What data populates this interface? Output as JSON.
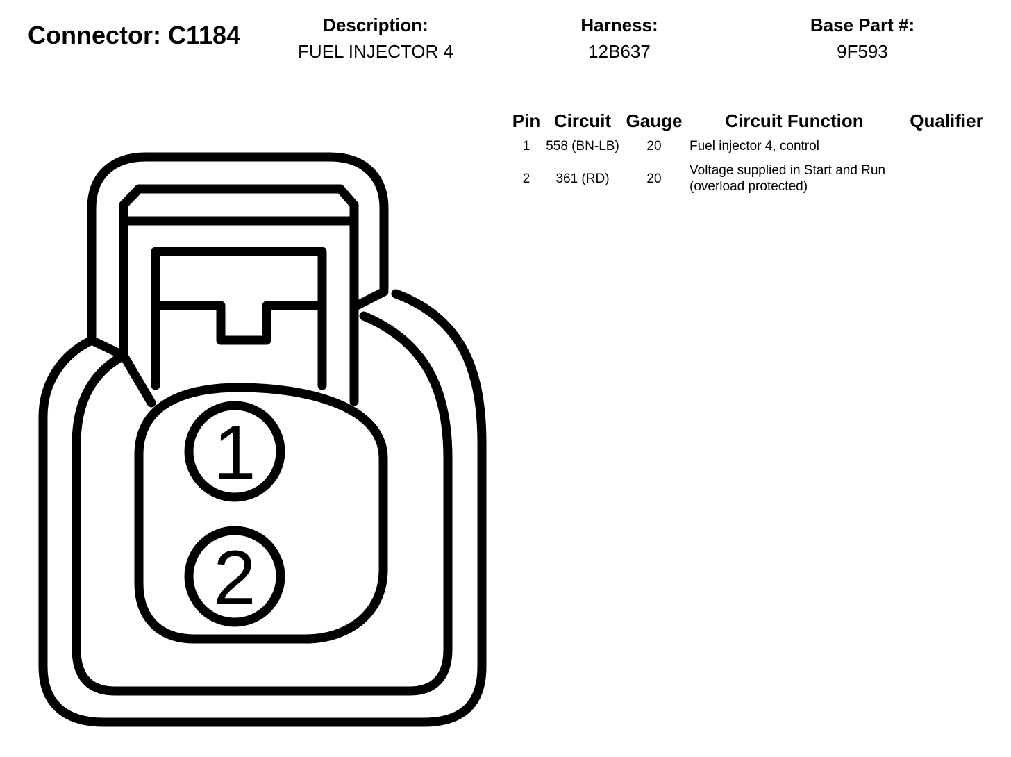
{
  "connector": {
    "title": "Connector: C1184"
  },
  "header": {
    "description_label": "Description:",
    "description_value": "FUEL INJECTOR 4",
    "harness_label": "Harness:",
    "harness_value": "12B637",
    "base_part_label": "Base Part #:",
    "base_part_value": "9F593"
  },
  "table": {
    "columns": [
      "Pin",
      "Circuit",
      "Gauge",
      "Circuit Function",
      "Qualifier"
    ],
    "rows": [
      {
        "pin": "1",
        "circuit": "558 (BN-LB)",
        "gauge": "20",
        "function": "Fuel injector 4, control",
        "qualifier": ""
      },
      {
        "pin": "2",
        "circuit": "361 (RD)",
        "gauge": "20",
        "function": "Voltage supplied in Start and Run (overload protected)",
        "qualifier": ""
      }
    ]
  },
  "diagram": {
    "pins": [
      "1",
      "2"
    ]
  }
}
